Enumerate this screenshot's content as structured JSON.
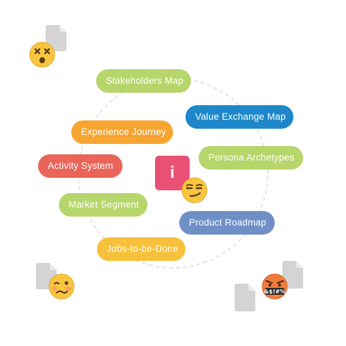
{
  "colors": {
    "green": "#b6d56b",
    "blue": "#1d87c9",
    "orange": "#f7a531",
    "red": "#ea6559",
    "slate_blue": "#6f8fc7",
    "yellow": "#f8c13c",
    "info_tile": "#e85175",
    "doc_gray": "#d4d4d4",
    "ring": "#e4e4e4"
  },
  "center": {
    "icon": "info-icon",
    "label": "i"
  },
  "maps": [
    {
      "id": "stakeholders-map",
      "label": "Stakeholders Map",
      "color": "green"
    },
    {
      "id": "value-exchange-map",
      "label": "Value Exchange Map",
      "color": "blue"
    },
    {
      "id": "experience-journey",
      "label": "Experience Journey",
      "color": "orange"
    },
    {
      "id": "persona-archetypes",
      "label": "Persona Archetypes",
      "color": "green"
    },
    {
      "id": "activity-system",
      "label": "Activity System",
      "color": "red"
    },
    {
      "id": "market-segment",
      "label": "Market Segment",
      "color": "green"
    },
    {
      "id": "product-roadmap",
      "label": "Product Roadmap",
      "color": "slate_blue"
    },
    {
      "id": "jobs-to-be-done",
      "label": "Jobs-to-be-Done",
      "color": "yellow"
    }
  ],
  "emojis": {
    "dizzy": {
      "icon": "dizzy-face-icon"
    },
    "smirk": {
      "icon": "smirking-face-icon"
    },
    "woozy": {
      "icon": "woozy-face-icon"
    },
    "cursing": {
      "icon": "cursing-face-icon",
      "symbols": "&$!#%"
    }
  },
  "documents": [
    {
      "icon": "document-icon"
    },
    {
      "icon": "document-icon"
    },
    {
      "icon": "document-icon"
    },
    {
      "icon": "document-icon"
    }
  ]
}
